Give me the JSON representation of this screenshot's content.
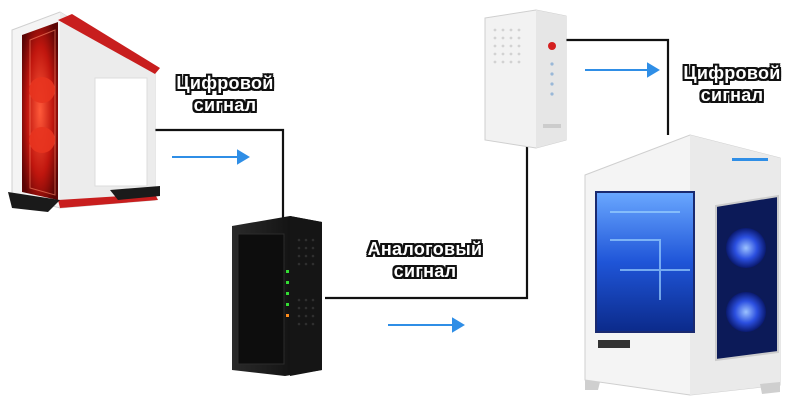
{
  "labels": {
    "left": {
      "line1": "Цифровой",
      "line2": "сигнал"
    },
    "middle": {
      "line1": "Аналоговый",
      "line2": "сигнал"
    },
    "right": {
      "line1": "Цифровой",
      "line2": "сигнал"
    }
  },
  "colors": {
    "cable": "#111111",
    "arrow": "#2f8ee6",
    "red_accent": "#c81e1e",
    "blue_glow": "#2f5fff"
  },
  "icons": [
    "red-pc-case-icon",
    "black-modem-icon",
    "white-modem-icon",
    "white-gaming-pc-icon",
    "arrow-right-icon"
  ]
}
